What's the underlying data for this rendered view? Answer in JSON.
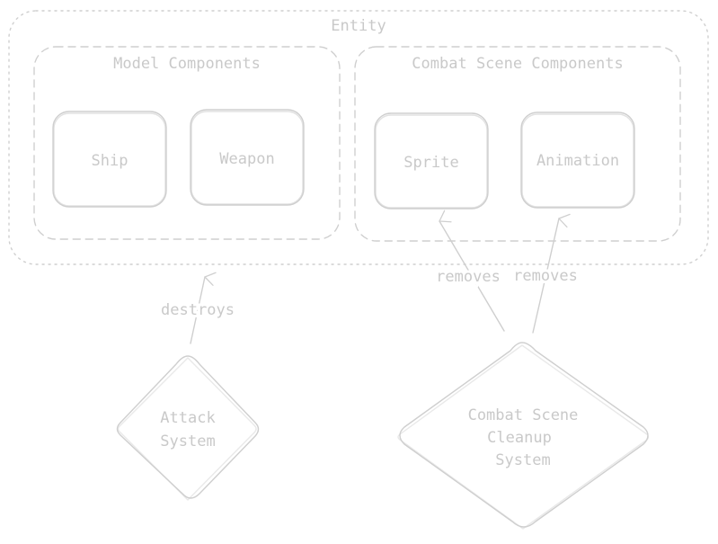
{
  "diagram": {
    "entity": {
      "label": "Entity"
    },
    "model_group": {
      "label": "Model Components"
    },
    "combat_group": {
      "label": "Combat Scene Components"
    },
    "nodes": {
      "ship": "Ship",
      "weapon": "Weapon",
      "sprite": "Sprite",
      "animation": "Animation"
    },
    "systems": {
      "attack": [
        "Attack",
        "System"
      ],
      "cleanup": [
        "Combat Scene",
        "Cleanup",
        "System"
      ]
    },
    "edges": {
      "destroys": "destroys",
      "removes_sprite": "removes",
      "removes_animation": "removes"
    }
  },
  "colors": {
    "stroke": "#cfcfcf",
    "text": "#c9c9c9",
    "background": "#ffffff"
  }
}
